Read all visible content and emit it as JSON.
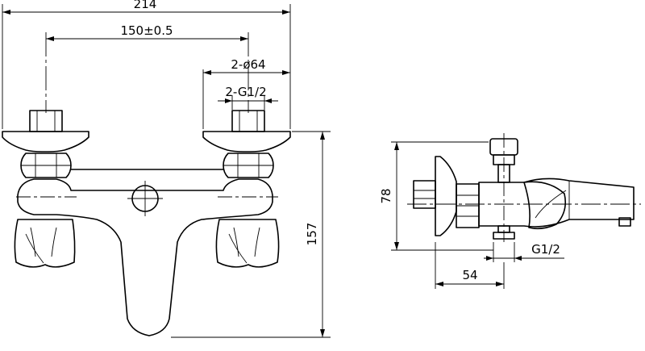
{
  "dimensions": {
    "overall_width": "214",
    "center_distance": "150±0.5",
    "flange_diameter": "2-ø64",
    "inlet_thread": "2-G1/2",
    "total_height": "157",
    "side_height": "78",
    "outlet_thread": "G1/2",
    "wall_projection": "54"
  }
}
